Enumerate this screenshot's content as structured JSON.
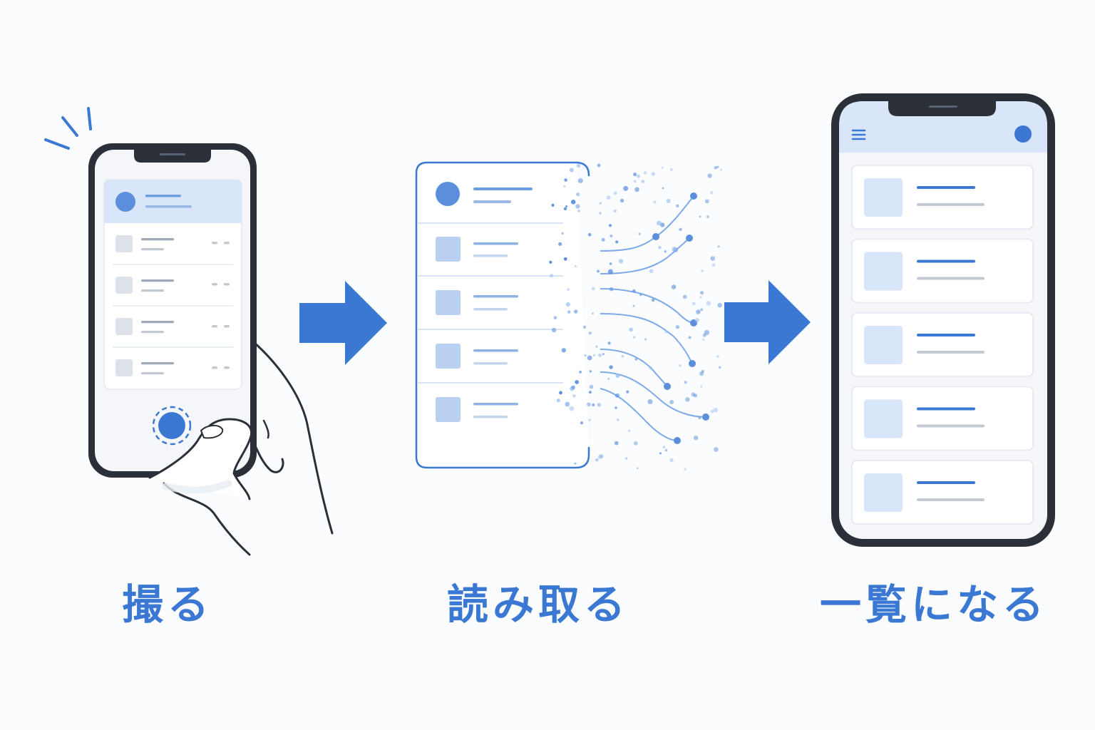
{
  "steps": [
    {
      "label": "撮る",
      "icon": "phone-camera-capture-icon"
    },
    {
      "label": "読み取る",
      "icon": "document-scan-icon"
    },
    {
      "label": "一覧になる",
      "icon": "phone-list-icon"
    }
  ],
  "connectors": [
    "arrow-right-icon",
    "arrow-right-icon"
  ],
  "colors": {
    "accent": "#3b78d4",
    "accent_light": "#d9e6fa",
    "phone_frame": "#2a2f38",
    "background": "#fbfcfd",
    "placeholder_gray": "#d7dbe2"
  }
}
